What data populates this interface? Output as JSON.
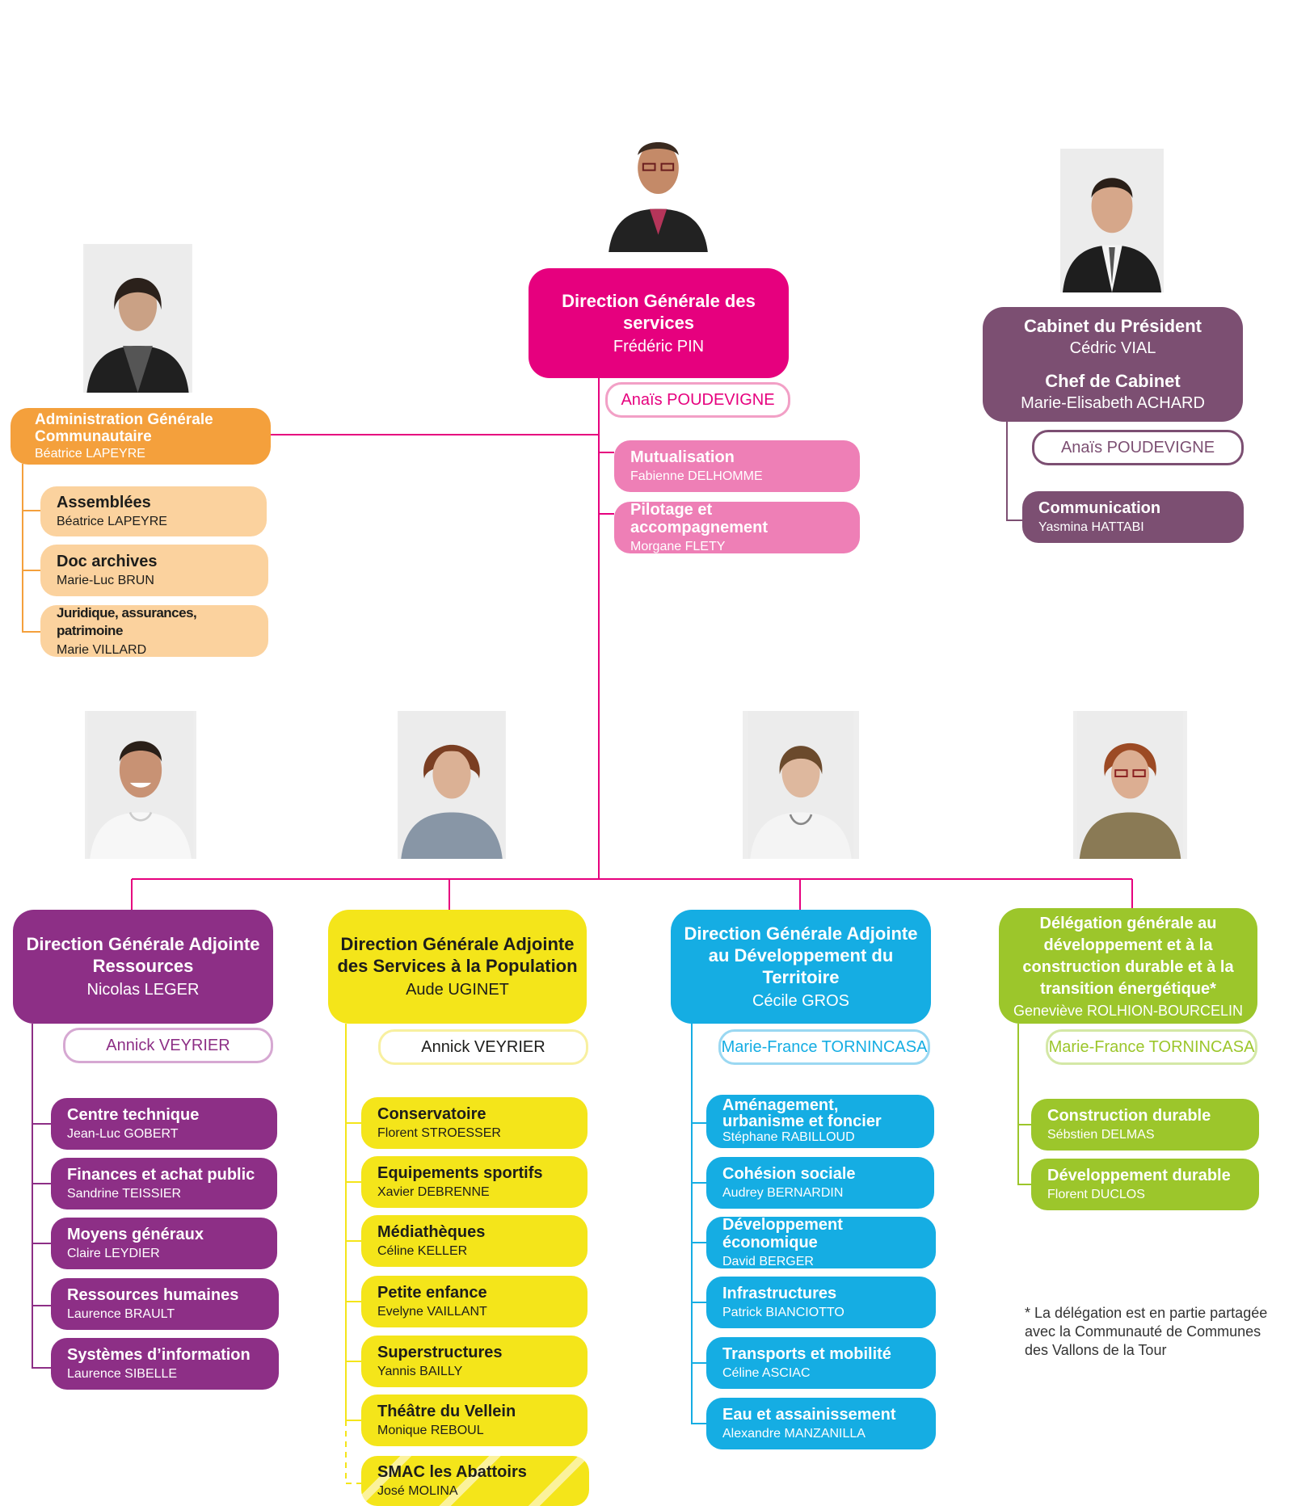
{
  "dgs": {
    "title": "Direction Générale des services",
    "name": "Frédéric PIN",
    "assistant": "Anaïs POUDEVIGNE"
  },
  "dgs_units": [
    {
      "title": "Mutualisation",
      "name": "Fabienne DELHOMME"
    },
    {
      "title": "Pilotage et accompagnement",
      "name": "Morgane FLETY"
    }
  ],
  "cabinet": {
    "title1": "Cabinet du Président",
    "name1": "Cédric VIAL",
    "title2": "Chef de Cabinet",
    "name2": "Marie-Elisabeth ACHARD",
    "assistant": "Anaïs POUDEVIGNE",
    "unit": {
      "title": "Communication",
      "name": "Yasmina HATTABI"
    }
  },
  "admin": {
    "title": "Administration Générale Communautaire",
    "name": "Béatrice LAPEYRE",
    "units": [
      {
        "title": "Assemblées",
        "name": "Béatrice LAPEYRE"
      },
      {
        "title": "Doc archives",
        "name": "Marie-Luc BRUN"
      },
      {
        "title": "Juridique, assurances, patrimoine",
        "name": "Marie VILLARD"
      }
    ]
  },
  "ressources": {
    "title": "Direction Générale Adjointe Ressources",
    "name": "Nicolas LEGER",
    "assistant": "Annick VEYRIER",
    "units": [
      {
        "title": "Centre technique",
        "name": "Jean-Luc GOBERT"
      },
      {
        "title": "Finances et achat public",
        "name": "Sandrine TEISSIER"
      },
      {
        "title": "Moyens généraux",
        "name": "Claire LEYDIER"
      },
      {
        "title": "Ressources humaines",
        "name": "Laurence BRAULT"
      },
      {
        "title": "Systèmes d’information",
        "name": "Laurence SIBELLE"
      }
    ]
  },
  "population": {
    "title": "Direction Générale Adjointe des Services à la Population",
    "name": "Aude UGINET",
    "assistant": "Annick VEYRIER",
    "units": [
      {
        "title": "Conservatoire",
        "name": "Florent STROESSER"
      },
      {
        "title": "Equipements sportifs",
        "name": "Xavier DEBRENNE"
      },
      {
        "title": "Médiathèques",
        "name": "Céline KELLER"
      },
      {
        "title": "Petite enfance",
        "name": "Evelyne VAILLANT"
      },
      {
        "title": "Superstructures",
        "name": "Yannis BAILLY"
      },
      {
        "title": "Théâtre du Vellein",
        "name": "Monique REBOUL"
      },
      {
        "title": "SMAC les Abattoirs",
        "name": "José MOLINA"
      }
    ]
  },
  "territoire": {
    "title": "Direction Générale Adjointe au Développement du Territoire",
    "name": "Cécile GROS",
    "assistant": "Marie-France TORNINCASA",
    "units": [
      {
        "title": "Aménagement, urbanisme et foncier",
        "name": "Stéphane RABILLOUD"
      },
      {
        "title": "Cohésion sociale",
        "name": "Audrey BERNARDIN"
      },
      {
        "title": "Développement économique",
        "name": "David BERGER"
      },
      {
        "title": "Infrastructures",
        "name": "Patrick BIANCIOTTO"
      },
      {
        "title": "Transports et mobilité",
        "name": "Céline ASCIAC"
      },
      {
        "title": "Eau et assainissement",
        "name": "Alexandre MANZANILLA"
      }
    ]
  },
  "delegation": {
    "title": "Délégation générale au développement et à la construction durable et à la transition énergétique*",
    "name": "Geneviève ROLHION-BOURCELIN",
    "assistant": "Marie-France TORNINCASA",
    "units": [
      {
        "title": "Construction durable",
        "name": "Sébstien DELMAS"
      },
      {
        "title": "Développement durable",
        "name": "Florent DUCLOS"
      }
    ]
  },
  "footnote": {
    "line1": "* La délégation est en partie partagée",
    "line2": "avec la Communauté de Communes",
    "line3": "des Vallons de la Tour"
  },
  "colors": {
    "dgs": "#e6007e",
    "dgs_units": "#ee7fb6",
    "cabinet": "#7c4f72",
    "admin": "#f4a03c",
    "admin_units": "#fbd29e",
    "ressources": "#8d2f86",
    "population": "#f4e51a",
    "territoire": "#15ade3",
    "delegation": "#9cc62b"
  }
}
